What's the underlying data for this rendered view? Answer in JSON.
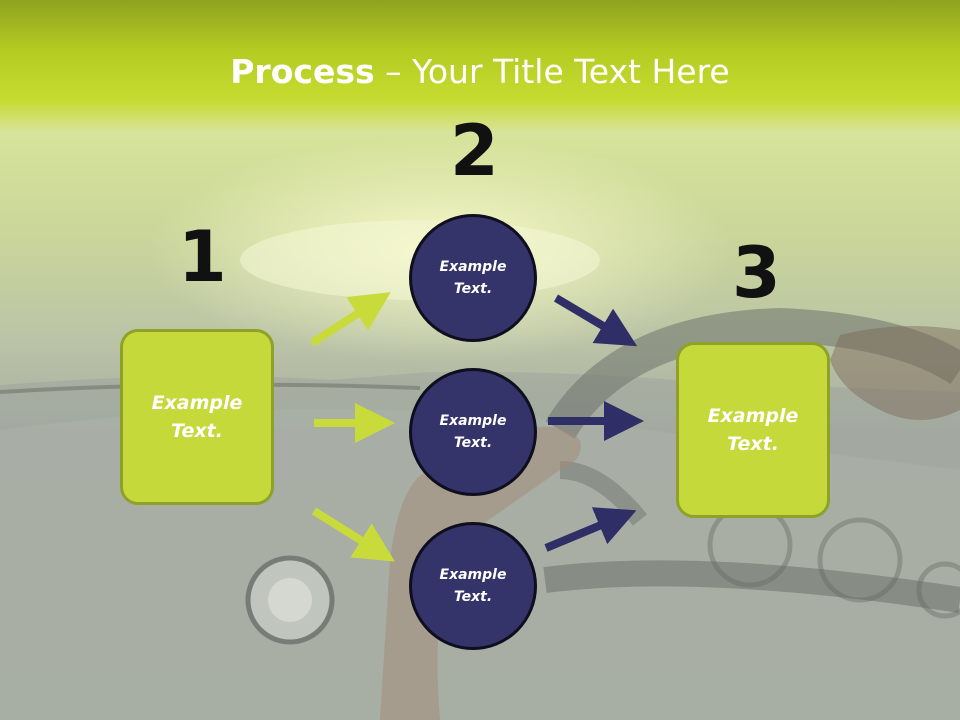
{
  "title": {
    "bold": "Process",
    "rest": " – Your Title Text Here"
  },
  "steps": [
    {
      "number": "1",
      "text": "Example Text."
    },
    {
      "number": "2",
      "circles": [
        "Example Text.",
        "Example Text.",
        "Example Text."
      ]
    },
    {
      "number": "3",
      "text": "Example Text."
    }
  ],
  "colors": {
    "lime": "#c6d93a",
    "navy": "#34336a",
    "title_bar": "#b4cb22"
  }
}
